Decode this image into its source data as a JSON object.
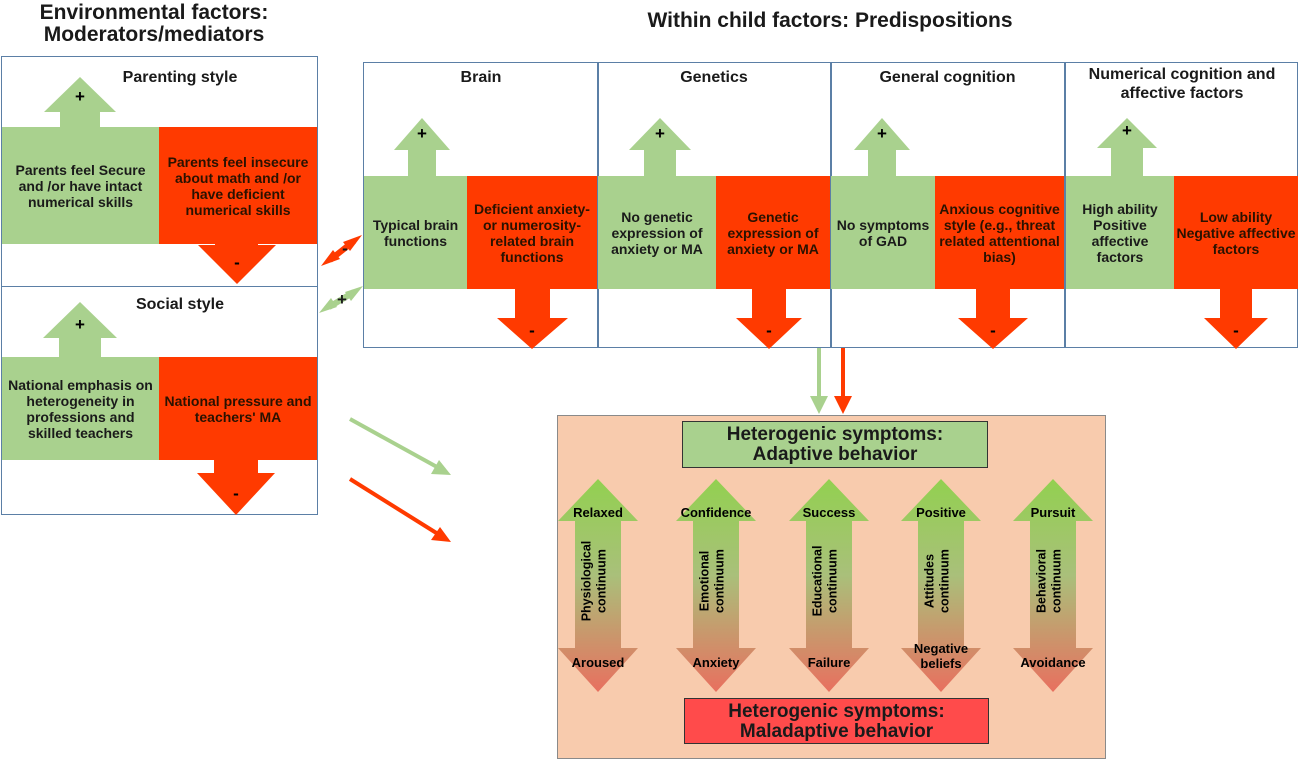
{
  "headings": {
    "environmental": "Environmental factors:\nModerators/mediators",
    "within_child": "Within child factors: Predispositions"
  },
  "parenting": {
    "title": "Parenting style",
    "positive": "Parents  feel Secure and /or have intact numerical skills",
    "negative": "Parents  feel insecure about math and /or have deficient numerical skills"
  },
  "social": {
    "title": "Social style",
    "positive": "National emphasis on heterogeneity in professions and skilled teachers",
    "negative": "National pressure and teachers' MA"
  },
  "predispositions": [
    {
      "title": "Brain",
      "positive": "Typical brain functions",
      "negative": "Deficient anxiety- or numerosity-related brain functions"
    },
    {
      "title": "Genetics",
      "positive": "No genetic expression of anxiety or MA",
      "negative": "Genetic expression of anxiety or MA"
    },
    {
      "title": "General cognition",
      "positive": "No symptoms of GAD",
      "negative": "Anxious cognitive style (e.g., threat related attentional bias)"
    },
    {
      "title": "Numerical cognition and affective factors",
      "positive": "High ability Positive affective factors",
      "negative": "Low ability Negative affective factors"
    }
  ],
  "symbols": {
    "plus": "+",
    "minus": "-"
  },
  "outcome": {
    "adaptive": "Heterogenic symptoms:\nAdaptive behavior",
    "maladaptive": "Heterogenic symptoms:\nMaladaptive behavior",
    "continua": [
      {
        "top": "Relaxed",
        "label": "Physiological continuum",
        "bottom": "Aroused"
      },
      {
        "top": "Confidence",
        "label": "Emotional continuum",
        "bottom": "Anxiety"
      },
      {
        "top": "Success",
        "label": "Educational continuum",
        "bottom": "Failure"
      },
      {
        "top": "Positive",
        "label": "Attitudes continuum",
        "bottom": "Negative\nbeliefs"
      },
      {
        "top": "Pursuit",
        "label": "Behavioral continuum",
        "bottom": "Avoidance"
      }
    ]
  },
  "colors": {
    "green": "#a9d18e",
    "red": "#ff3a00",
    "border": "#5b7fa6",
    "outcome_bg": "#f8cbad",
    "adaptive_bg": "#a9d18e",
    "maladaptive_bg": "#ff4b4b"
  }
}
